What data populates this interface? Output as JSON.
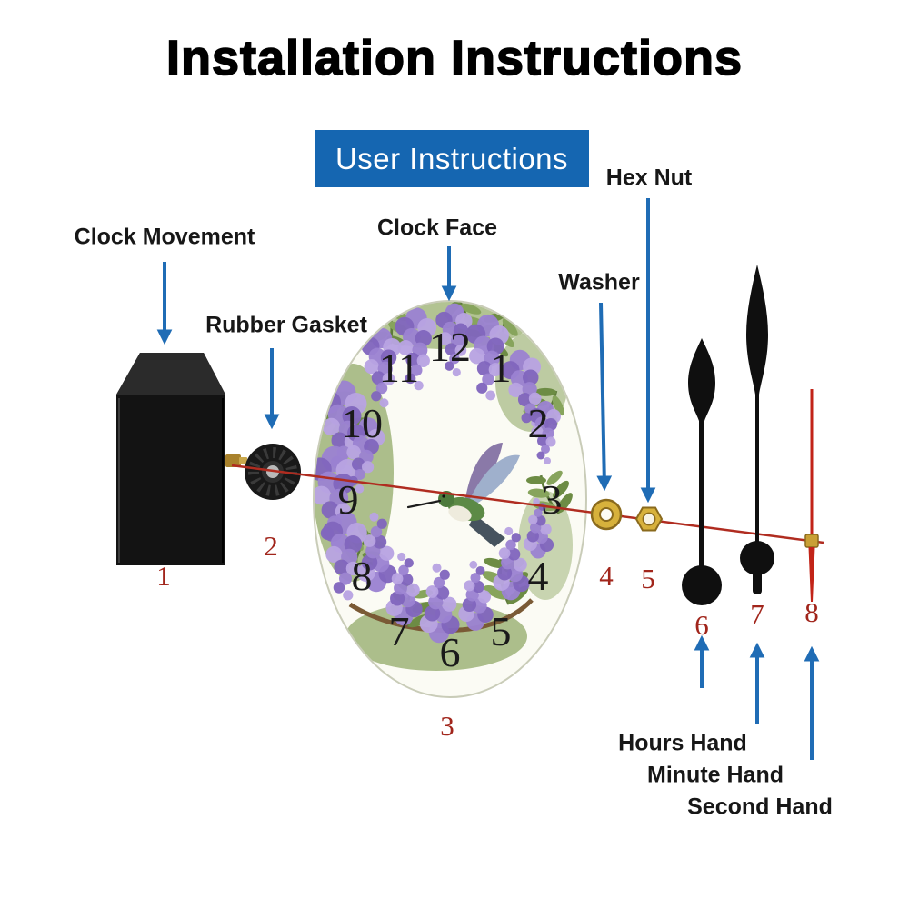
{
  "title": "Installation Instructions",
  "banner": {
    "label": "User Instructions"
  },
  "parts": [
    {
      "number": "1",
      "label": "Clock Movement"
    },
    {
      "number": "2",
      "label": "Rubber Gasket"
    },
    {
      "number": "3",
      "label": "Clock Face"
    },
    {
      "number": "4",
      "label": "Washer"
    },
    {
      "number": "5",
      "label": "Hex Nut"
    },
    {
      "number": "6",
      "label": "Hours Hand"
    },
    {
      "number": "7",
      "label": "Minute Hand"
    },
    {
      "number": "8",
      "label": "Second Hand"
    }
  ],
  "clock_face": {
    "numerals": [
      "1",
      "2",
      "3",
      "4",
      "5",
      "6",
      "7",
      "8",
      "9",
      "10",
      "11",
      "12"
    ],
    "motif": "purple wisteria flowers, green leaves and a hummingbird"
  },
  "colors": {
    "banner_blue": "#1566b1",
    "arrow_blue": "#1f6cb5",
    "axis_line_red": "#b02c20",
    "part_number_red": "#a1251b",
    "hardware_gold": "#d7b13c",
    "hand_black": "#0f0f0f",
    "wisteria_purple": "#9b82d1",
    "leaf_green": "#6d8c44"
  }
}
